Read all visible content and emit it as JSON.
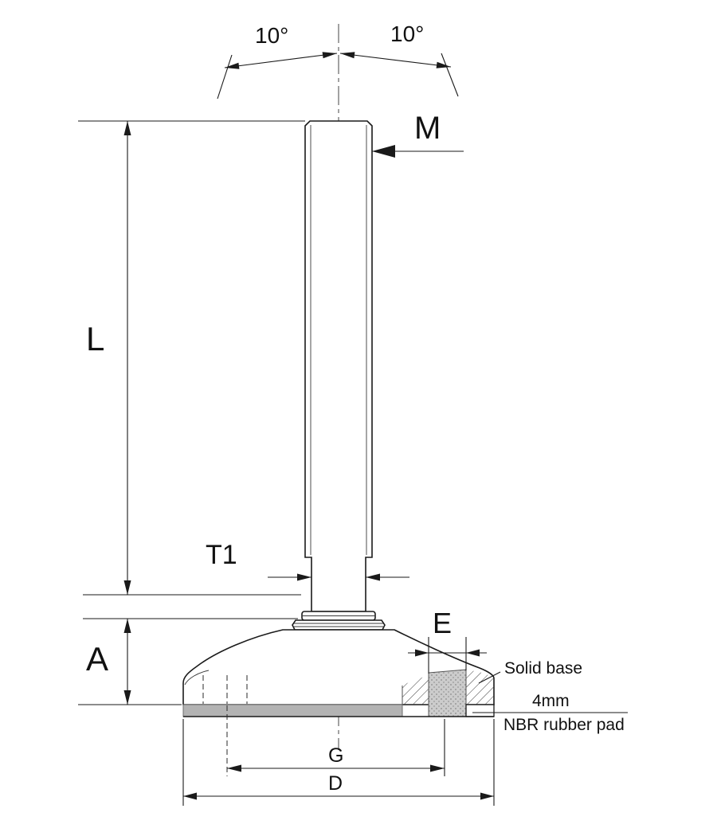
{
  "drawing": {
    "labels": {
      "angle_left": "10°",
      "angle_right": "10°",
      "dim_M": "M",
      "dim_L": "L",
      "dim_T1": "T1",
      "dim_A": "A",
      "dim_E": "E",
      "dim_G": "G",
      "dim_D": "D",
      "note_solid_base": "Solid base",
      "note_pad_line1": "4mm",
      "note_pad_line2": "NBR rubber pad"
    },
    "colors": {
      "line": "#1a1a1a",
      "pad_gray": "#b3b3b3",
      "background": "#ffffff"
    }
  }
}
